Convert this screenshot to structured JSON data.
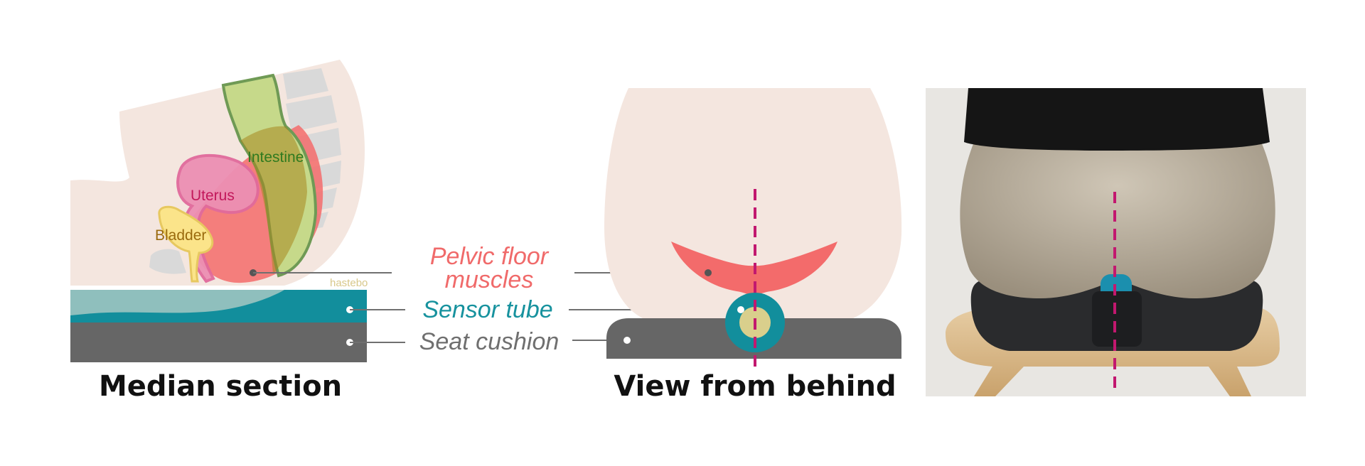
{
  "labels": {
    "intestine": "Intestine",
    "uterus": "Uterus",
    "bladder": "Bladder",
    "watermark": "hastebo"
  },
  "callouts": {
    "pelvic_floor_line1": "Pelvic floor",
    "pelvic_floor_line2": "muscles",
    "sensor_tube": "Sensor tube",
    "seat_cushion": "Seat cushion"
  },
  "captions": {
    "median_section": "Median section",
    "view_from_behind": "View from behind"
  },
  "colors": {
    "skin": "#f4e6df",
    "bone": "#d9d9d9",
    "intestine": "#c6d98a",
    "intestine_text": "#2f7a1f",
    "uterus": "#ec8fb3",
    "uterus_text": "#c2185b",
    "bladder": "#fbe48a",
    "bladder_text": "#9a6a0d",
    "muscle": "#f36b6b",
    "pelvic_text": "#f06a6a",
    "sensor": "#128e9c",
    "sensor_text": "#17929e",
    "sensor_core": "#d9cf8c",
    "cushion": "#666666",
    "cushion_text": "#6f6f6f",
    "leader_line": "#707070",
    "midline": "#c2186f",
    "photo_bg": "#e8e6e2",
    "shirt": "#151515",
    "leggings": "#b6ab99",
    "stool": "#d9b98a"
  },
  "icons": {
    "midline": "dashed-midline"
  }
}
